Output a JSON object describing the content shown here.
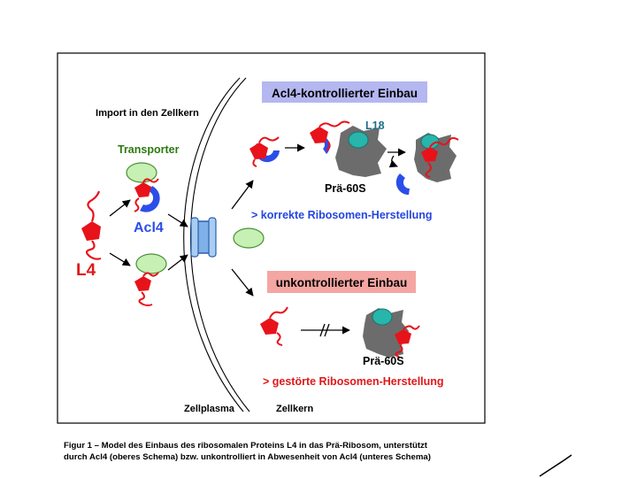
{
  "labels": {
    "import": "Import in den Zellkern",
    "transporter": "Transporter",
    "acl4": "Acl4",
    "l4": "L4",
    "l18": "L18",
    "pre60s_top": "Prä-60S",
    "pre60s_bottom": "Prä-60S",
    "cytoplasm": "Zellplasma",
    "nucleus": "Zellkern"
  },
  "boxes": {
    "controlled": "Acl4-kontrollierter Einbau",
    "uncontrolled": "unkontrollierter Einbau"
  },
  "outcomes": {
    "correct": "> korrekte Ribosomen-Herstellung",
    "disturbed": "> gestörte Ribosomen-Herstellung"
  },
  "caption": {
    "line1": "Figur 1 – Model des Einbaus des ribosomalen Proteins L4 in das Prä-Ribosom, unterstützt",
    "line2": "durch Acl4 (oberes Schema) bzw. unkontrolliert in Abwesenheit von Acl4 (unteres Schema)"
  },
  "colors": {
    "l4_red": "#e8121a",
    "acl4_blue": "#2c4ee8",
    "transporter_green": "#c6f0b4",
    "l18_teal": "#27b5ac",
    "ribosome_gray": "#6c6c6c",
    "box_blue": "#b4b7f0",
    "box_red": "#f4a6a2",
    "text_blue": "#2545e0",
    "text_red": "#e01818",
    "text_green": "#2d7a10",
    "text_teal": "#1d6f8a"
  }
}
